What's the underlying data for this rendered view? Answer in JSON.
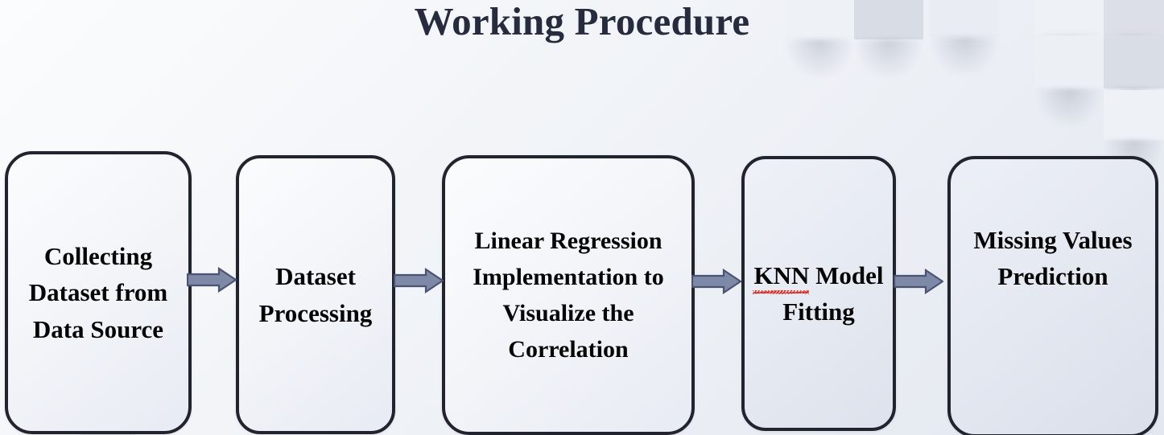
{
  "slide": {
    "title": "Working Procedure",
    "title_color": "#262b3d",
    "background_base": "#eef1f6"
  },
  "flow": {
    "box_border_color": "#21242e",
    "arrow_fill": "#7e89a8",
    "arrow_outline": "#4a5472",
    "spellcheck_underline_color": "#e02b24",
    "steps": [
      {
        "id": "collecting-dataset",
        "label": "Collecting Dataset from Data Source",
        "misspelled": false
      },
      {
        "id": "dataset-processing",
        "label": "Dataset Processing",
        "misspelled": false
      },
      {
        "id": "linear-regression",
        "label": "Linear Regression Implementation to Visualize the Correlation",
        "misspelled": false
      },
      {
        "id": "knn-model-fitting",
        "label_flagged": "KNN",
        "label_rest": "Model Fitting",
        "misspelled": true
      },
      {
        "id": "missing-values-prediction",
        "label": "Missing Values Prediction",
        "misspelled": false
      }
    ],
    "arrows": [
      {
        "id": "arrow-1",
        "from": "collecting-dataset",
        "to": "dataset-processing"
      },
      {
        "id": "arrow-2",
        "from": "dataset-processing",
        "to": "linear-regression"
      },
      {
        "id": "arrow-3",
        "from": "linear-regression",
        "to": "knn-model-fitting"
      },
      {
        "id": "arrow-4",
        "from": "knn-model-fitting",
        "to": "missing-values-prediction"
      }
    ]
  }
}
